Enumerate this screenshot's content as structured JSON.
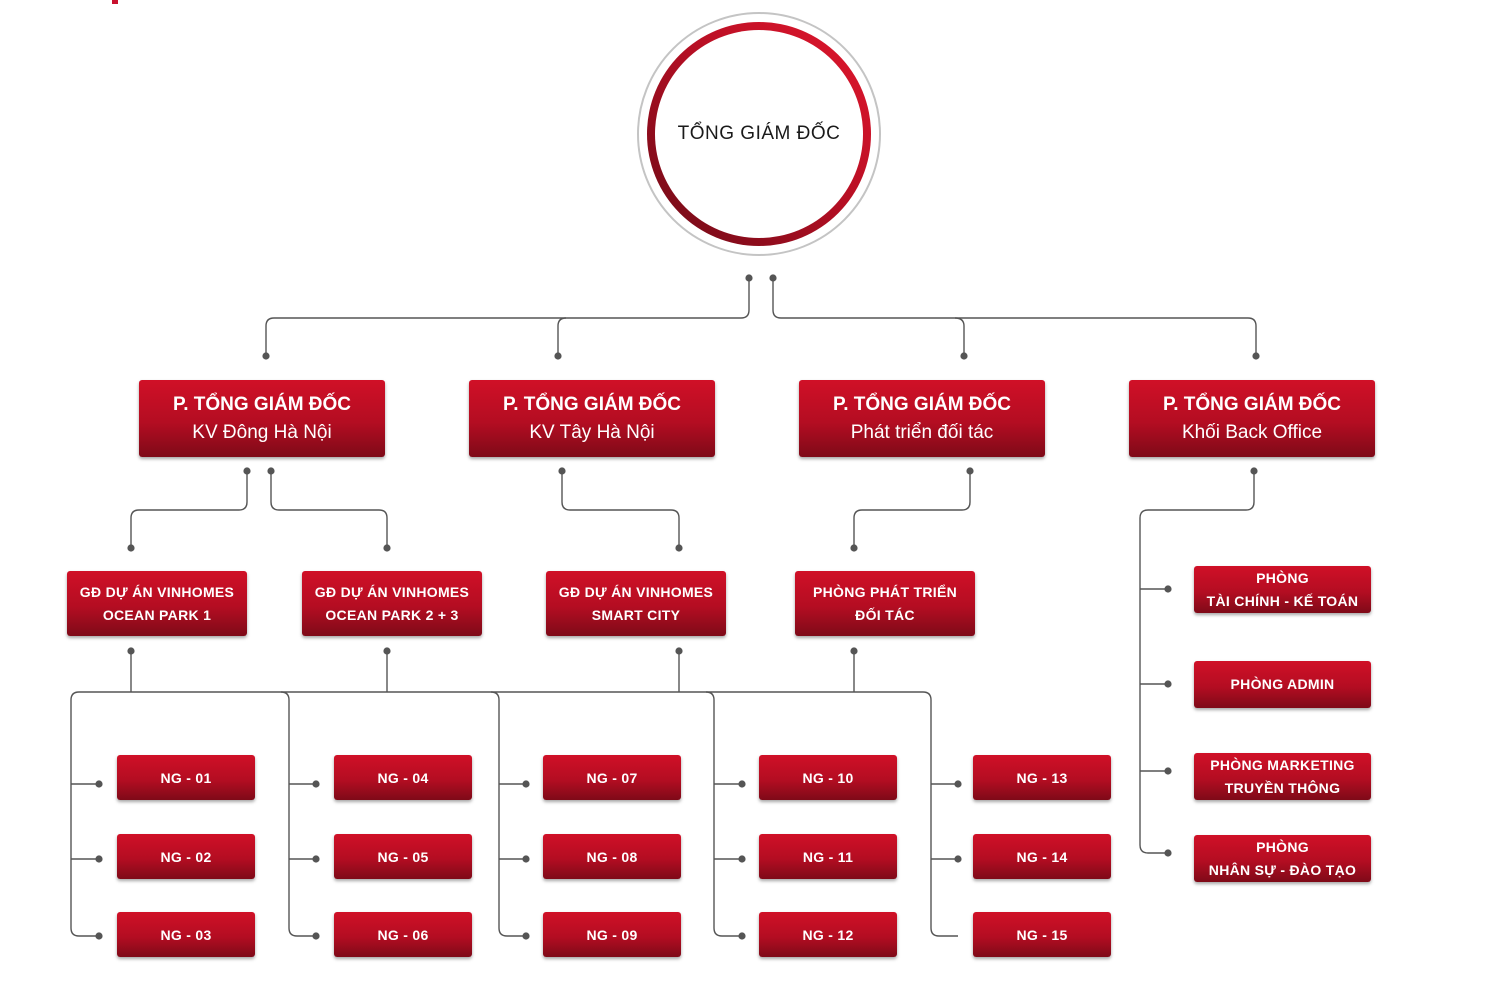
{
  "ceo": {
    "title": "TỔNG GIÁM ĐỐC"
  },
  "deputies": [
    {
      "line1": "P. TỔNG GIÁM ĐỐC",
      "line2": "KV Đông Hà Nội"
    },
    {
      "line1": "P. TỔNG GIÁM ĐỐC",
      "line2": "KV Tây Hà Nội"
    },
    {
      "line1": "P. TỔNG GIÁM ĐỐC",
      "line2": "Phát triển đối tác"
    },
    {
      "line1": "P. TỔNG GIÁM ĐỐC",
      "line2": "Khối Back Office"
    }
  ],
  "units": [
    {
      "line1": "GĐ DỰ ÁN VINHOMES",
      "line2": "OCEAN PARK 1"
    },
    {
      "line1": "GĐ DỰ ÁN VINHOMES",
      "line2": "OCEAN PARK 2 + 3"
    },
    {
      "line1": "GĐ DỰ ÁN VINHOMES",
      "line2": "SMART CITY"
    },
    {
      "line1": "PHÒNG PHÁT TRIỂN",
      "line2": "ĐỐI TÁC"
    }
  ],
  "ng_groups": [
    [
      "NG - 01",
      "NG - 02",
      "NG - 03"
    ],
    [
      "NG - 04",
      "NG - 05",
      "NG - 06"
    ],
    [
      "NG - 07",
      "NG - 08",
      "NG - 09"
    ],
    [
      "NG - 10",
      "NG - 11",
      "NG - 12"
    ],
    [
      "NG - 13",
      "NG - 14",
      "NG - 15"
    ]
  ],
  "back_office": [
    {
      "line1": "PHÒNG",
      "line2": "TÀI CHÍNH - KẾ TOÁN"
    },
    {
      "line1": "PHÒNG ADMIN",
      "line2": ""
    },
    {
      "line1": "PHÒNG MARKETING",
      "line2": "TRUYỀN THÔNG"
    },
    {
      "line1": "PHÒNG",
      "line2": "NHÂN SỰ - ĐÀO TẠO"
    }
  ],
  "colors": {
    "accent": "#c8102e",
    "dark_accent": "#7e0a18",
    "connector": "#555555"
  }
}
